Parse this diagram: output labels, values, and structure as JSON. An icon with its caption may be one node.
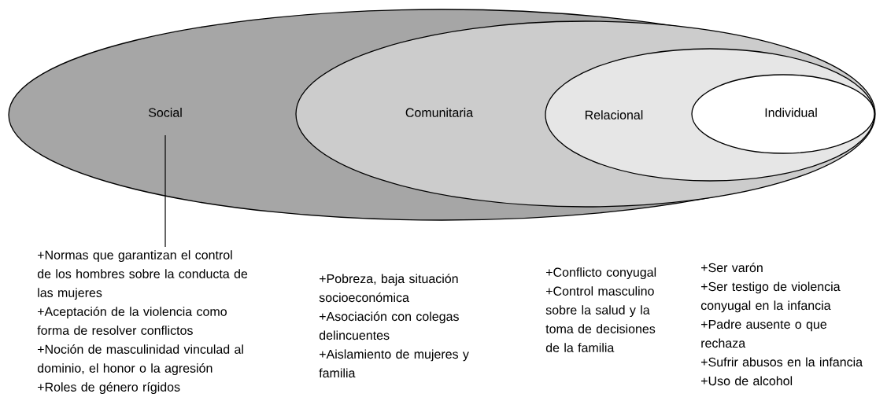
{
  "diagram": {
    "nodes": [
      {
        "text": [
          "Social"
        ]
      },
      {
        "text": [
          "Comunitaria"
        ],
        "in": 0
      },
      {
        "text": [
          "Relacional"
        ],
        "in": 1
      },
      {
        "text": [
          "Individual"
        ],
        "in": 2
      },
      {
        "text": [
          "+Normas que garantizan el control de los hombres sobre la conducta de las mujeres",
          "+Aceptación de la violencia como forma de resolver conflictos",
          "+Noción de masculinidad vinculad al dominio, el honor o la agresión",
          "+Roles de género rígidos"
        ]
      }
    ],
    "edges": [
      {
        "from": 4,
        "to": 0,
        "arrow": "none"
      }
    ],
    "labels": [
      "+Pobreza, baja situación socioeconómica",
      "+Asociación con colegas delincuentes",
      "+Aislamiento de mujeres y familia",
      "+Conflicto conyugal",
      "+Control masculino sobre la salud y la toma de decisiones de la familia",
      "+Ser varón",
      "+Ser testigo de violencia conyugal en la infancia",
      "+Padre ausente o que rechaza",
      "+Sufrir abusos en la infancia",
      "+Uso de alcohol"
    ]
  }
}
